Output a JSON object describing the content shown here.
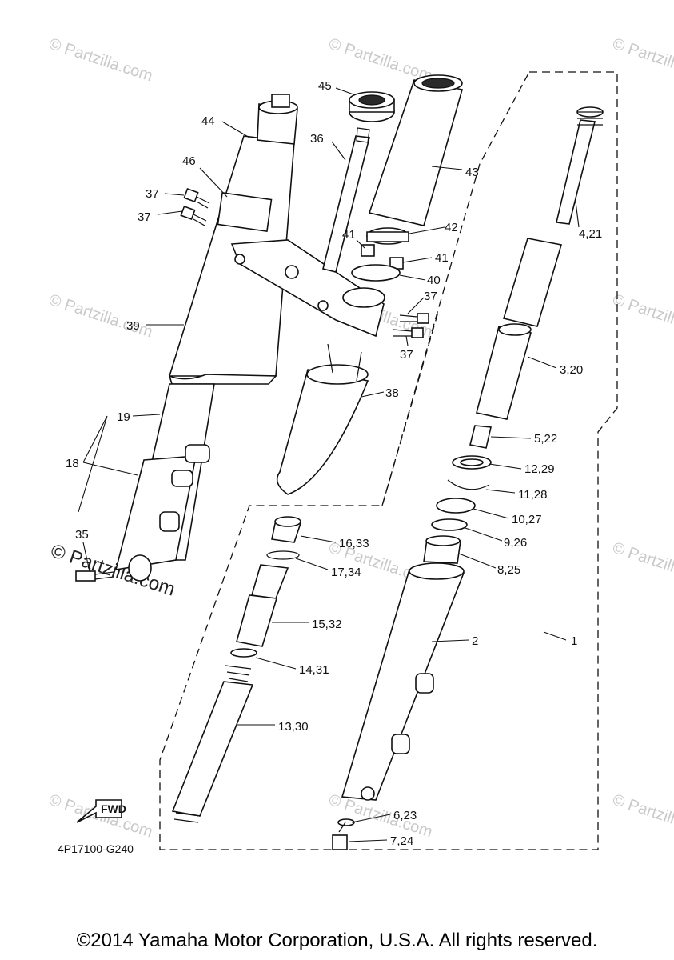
{
  "watermark": {
    "text": "© Partzilla.com",
    "big_text": "© Partzilla.com"
  },
  "callouts": [
    {
      "key": "45",
      "text": "45"
    },
    {
      "key": "44",
      "text": "44"
    },
    {
      "key": "36",
      "text": "36"
    },
    {
      "key": "43",
      "text": "43"
    },
    {
      "key": "46",
      "text": "46"
    },
    {
      "key": "37a",
      "text": "37"
    },
    {
      "key": "37b",
      "text": "37"
    },
    {
      "key": "42",
      "text": "42"
    },
    {
      "key": "41a",
      "text": "41"
    },
    {
      "key": "41b",
      "text": "41"
    },
    {
      "key": "40",
      "text": "40"
    },
    {
      "key": "37c",
      "text": "37"
    },
    {
      "key": "37d",
      "text": "37"
    },
    {
      "key": "39",
      "text": "39"
    },
    {
      "key": "38",
      "text": "38"
    },
    {
      "key": "19",
      "text": "19"
    },
    {
      "key": "18",
      "text": "18"
    },
    {
      "key": "35",
      "text": "35"
    },
    {
      "key": "4_21",
      "text": "4,21"
    },
    {
      "key": "3_20",
      "text": "3,20"
    },
    {
      "key": "5_22",
      "text": "5,22"
    },
    {
      "key": "12_29",
      "text": "12,29"
    },
    {
      "key": "11_28",
      "text": "11,28"
    },
    {
      "key": "10_27",
      "text": "10,27"
    },
    {
      "key": "9_26",
      "text": "9,26"
    },
    {
      "key": "8_25",
      "text": "8,25"
    },
    {
      "key": "16_33",
      "text": "16,33"
    },
    {
      "key": "17_34",
      "text": "17,34"
    },
    {
      "key": "15_32",
      "text": "15,32"
    },
    {
      "key": "14_31",
      "text": "14,31"
    },
    {
      "key": "13_30",
      "text": "13,30"
    },
    {
      "key": "2",
      "text": "2"
    },
    {
      "key": "1",
      "text": "1"
    },
    {
      "key": "6_23",
      "text": "6,23"
    },
    {
      "key": "7_24",
      "text": "7,24"
    }
  ],
  "fwd_label": "FWD",
  "diagram_code": "4P17100-G240",
  "copyright": "©2014 Yamaha Motor Corporation, U.S.A. All rights reserved."
}
